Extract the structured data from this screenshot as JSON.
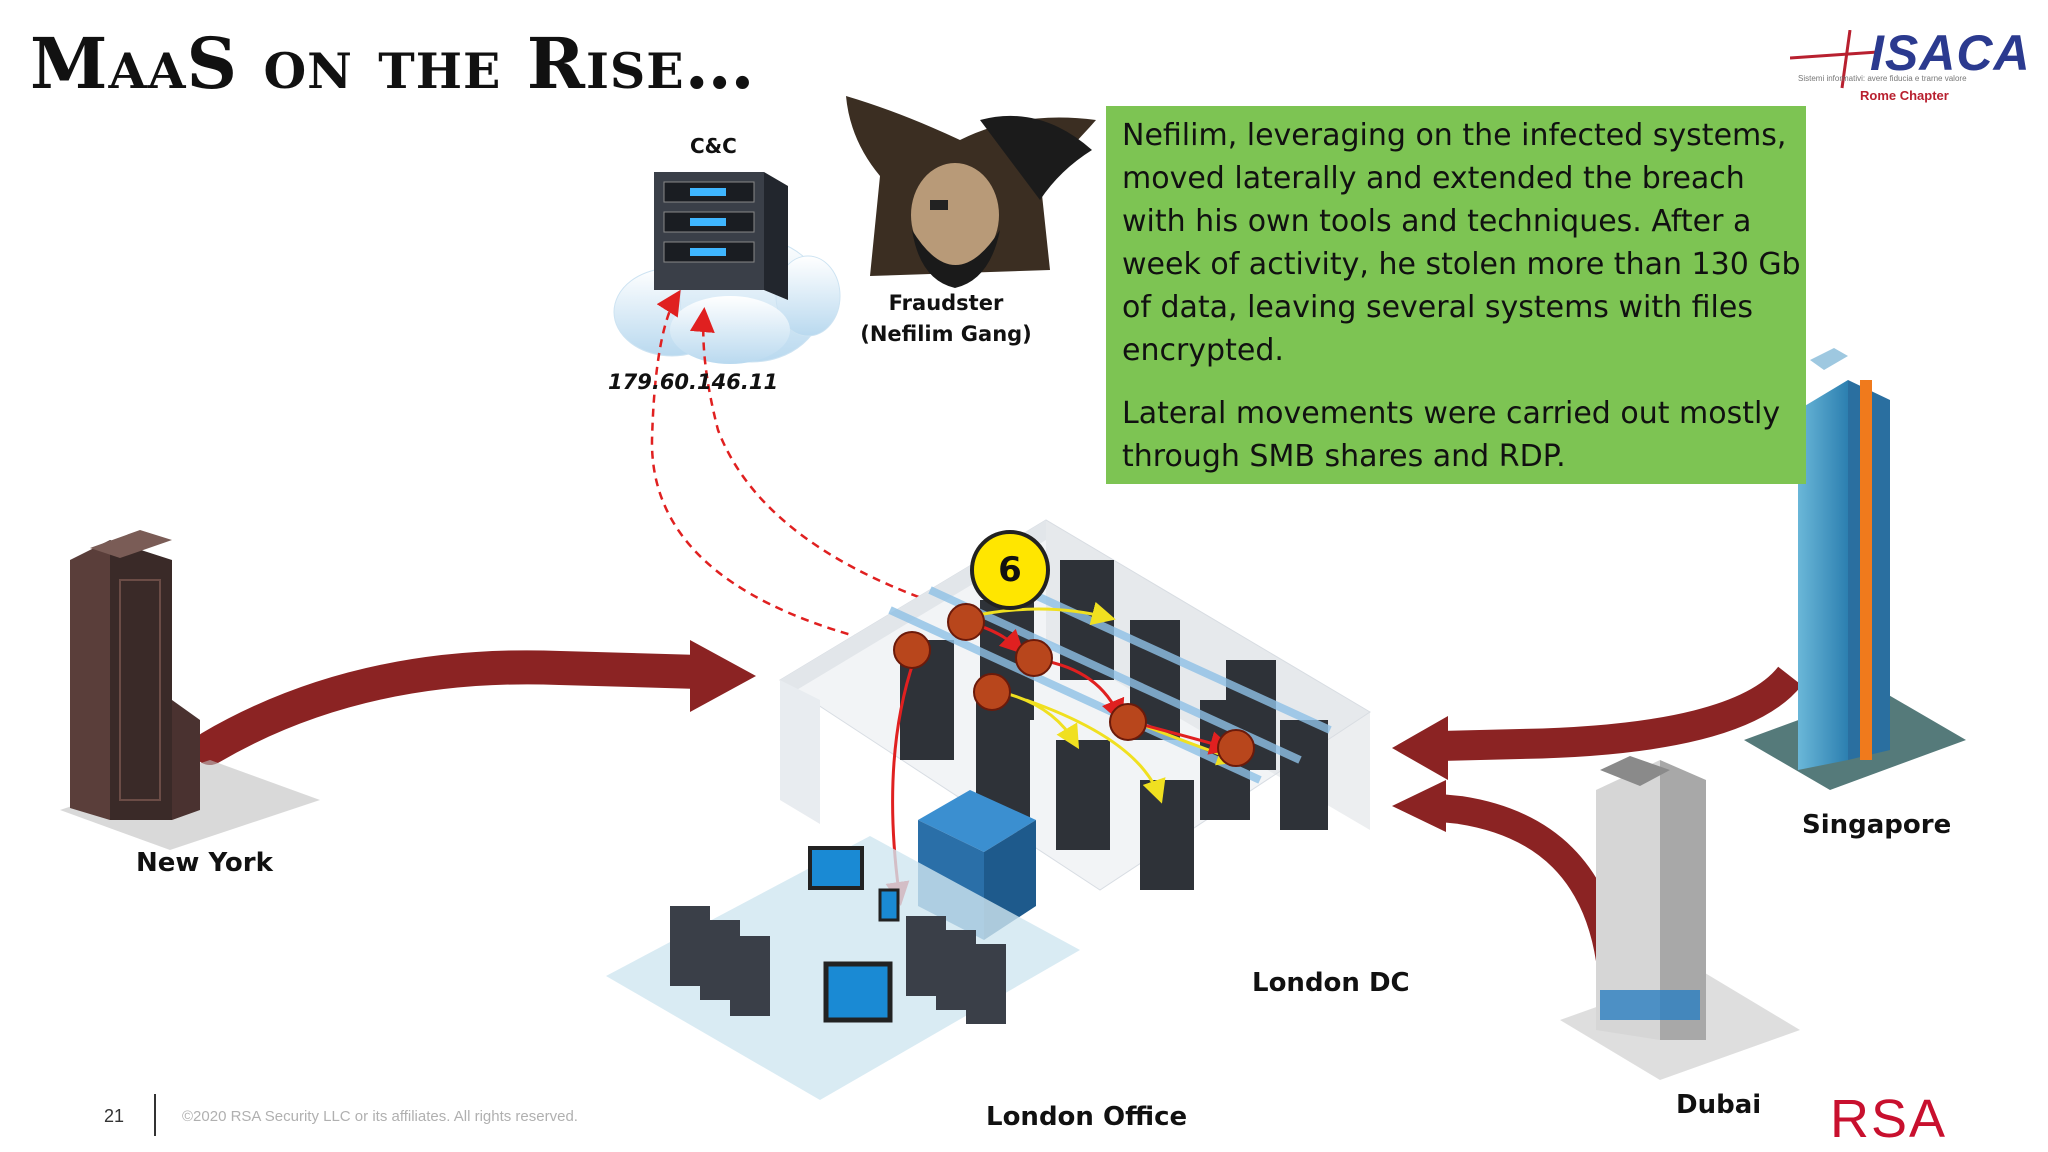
{
  "slide": {
    "title": "MaaS on the Rise…",
    "page_number": "21",
    "copyright": "©2020 RSA Security LLC or its affiliates. All rights reserved."
  },
  "logos": {
    "isaca_text": "ISACA",
    "isaca_tagline": "Sistemi informativi: avere fiducia e trarne valore",
    "isaca_chapter": "Rome Chapter",
    "rsa_text": "RSA"
  },
  "callout": {
    "paragraph1": "Nefilim, leveraging on the infected systems, moved laterally and extended the breach with his own tools and techniques. After a week of activity, he stolen more than 130 Gb of data, leaving several systems with files encrypted.",
    "paragraph2": "Lateral movements were carried out mostly through SMB shares and RDP."
  },
  "labels": {
    "cc": "C&C",
    "ip": "179.60.146.11",
    "fraudster_line1": "Fraudster",
    "fraudster_line2": "(Nefilim Gang)",
    "step": "6",
    "new_york": "New York",
    "london_dc": "London DC",
    "london_office": "London Office",
    "singapore": "Singapore",
    "dubai": "Dubai"
  },
  "colors": {
    "callout_bg": "#7dc453",
    "arrow_dark_red": "#8b2323",
    "dashed_red": "#e02020",
    "step_badge": "#ffe600",
    "rsa_red": "#c8102e",
    "isaca_blue": "#2b3a8f"
  }
}
